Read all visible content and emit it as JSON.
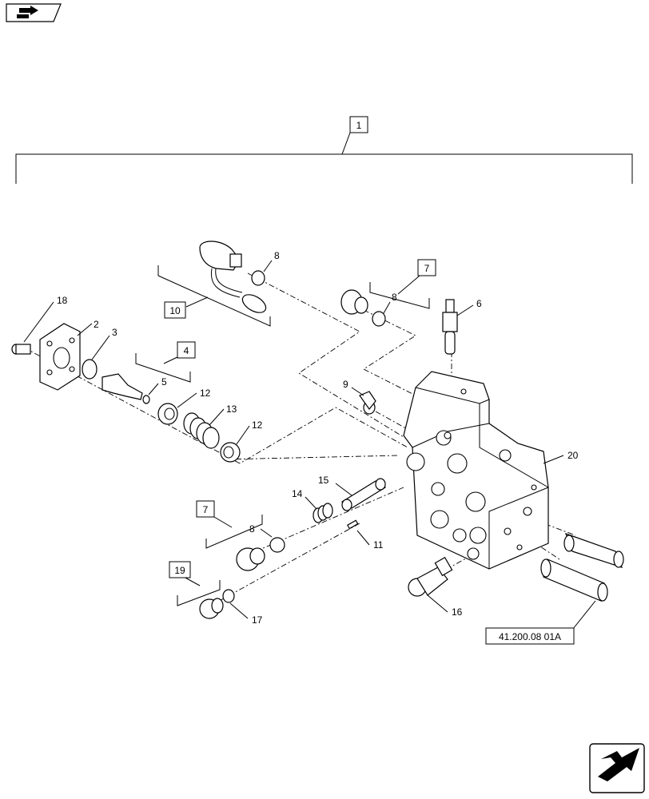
{
  "nav": {
    "prev_icon": "book-arrow-icon",
    "next_icon": "next-page-arrow-icon"
  },
  "callouts": {
    "c1": "1",
    "c2": "2",
    "c3": "3",
    "c4": "4",
    "c5": "5",
    "c6": "6",
    "c7a": "7",
    "c7b": "7",
    "c8a": "8",
    "c8b": "8",
    "c8c": "8",
    "c9": "9",
    "c10": "10",
    "c11": "11",
    "c12a": "12",
    "c12b": "12",
    "c13": "13",
    "c14": "14",
    "c15": "15",
    "c16": "16",
    "c17": "17",
    "c18": "18",
    "c19": "19",
    "c20": "20",
    "ref": "41.200.08 01A"
  }
}
